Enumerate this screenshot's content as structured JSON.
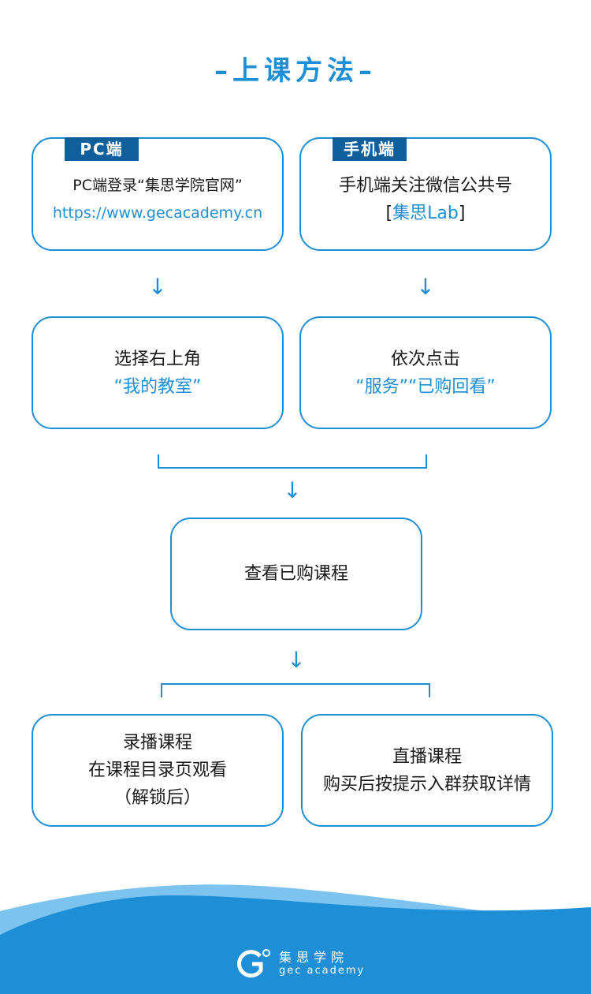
{
  "title": "–上课方法–",
  "pc": {
    "tab": "PC端",
    "line1": "PC端登录“集思学院官网”",
    "url": "https://www.gecacademy.cn"
  },
  "mobile": {
    "tab": "手机端",
    "line1": "手机端关注微信公共号",
    "bracket_open": "[",
    "account": "集思Lab",
    "bracket_close": "]"
  },
  "step2_pc": {
    "line1": "选择右上角",
    "line2": "“我的教室”"
  },
  "step2_mobile": {
    "line1": "依次点击",
    "line2": "“服务”“已购回看”"
  },
  "step3": {
    "line1": "查看已购课程"
  },
  "recorded": {
    "line1": "录播课程",
    "line2": "在课程目录页观看",
    "line3": "（解锁后）"
  },
  "live": {
    "line1": "直播课程",
    "line2": "购买后按提示入群获取详情"
  },
  "arrow_glyph": "↓",
  "footer": {
    "logo_cn": "集思学院",
    "logo_en": "gec academy"
  },
  "colors": {
    "accent": "#1e8fd6",
    "tab_bg": "#0e5f9c",
    "wave_light": "#7cc3ef",
    "wave_dark": "#1e8fd6"
  }
}
